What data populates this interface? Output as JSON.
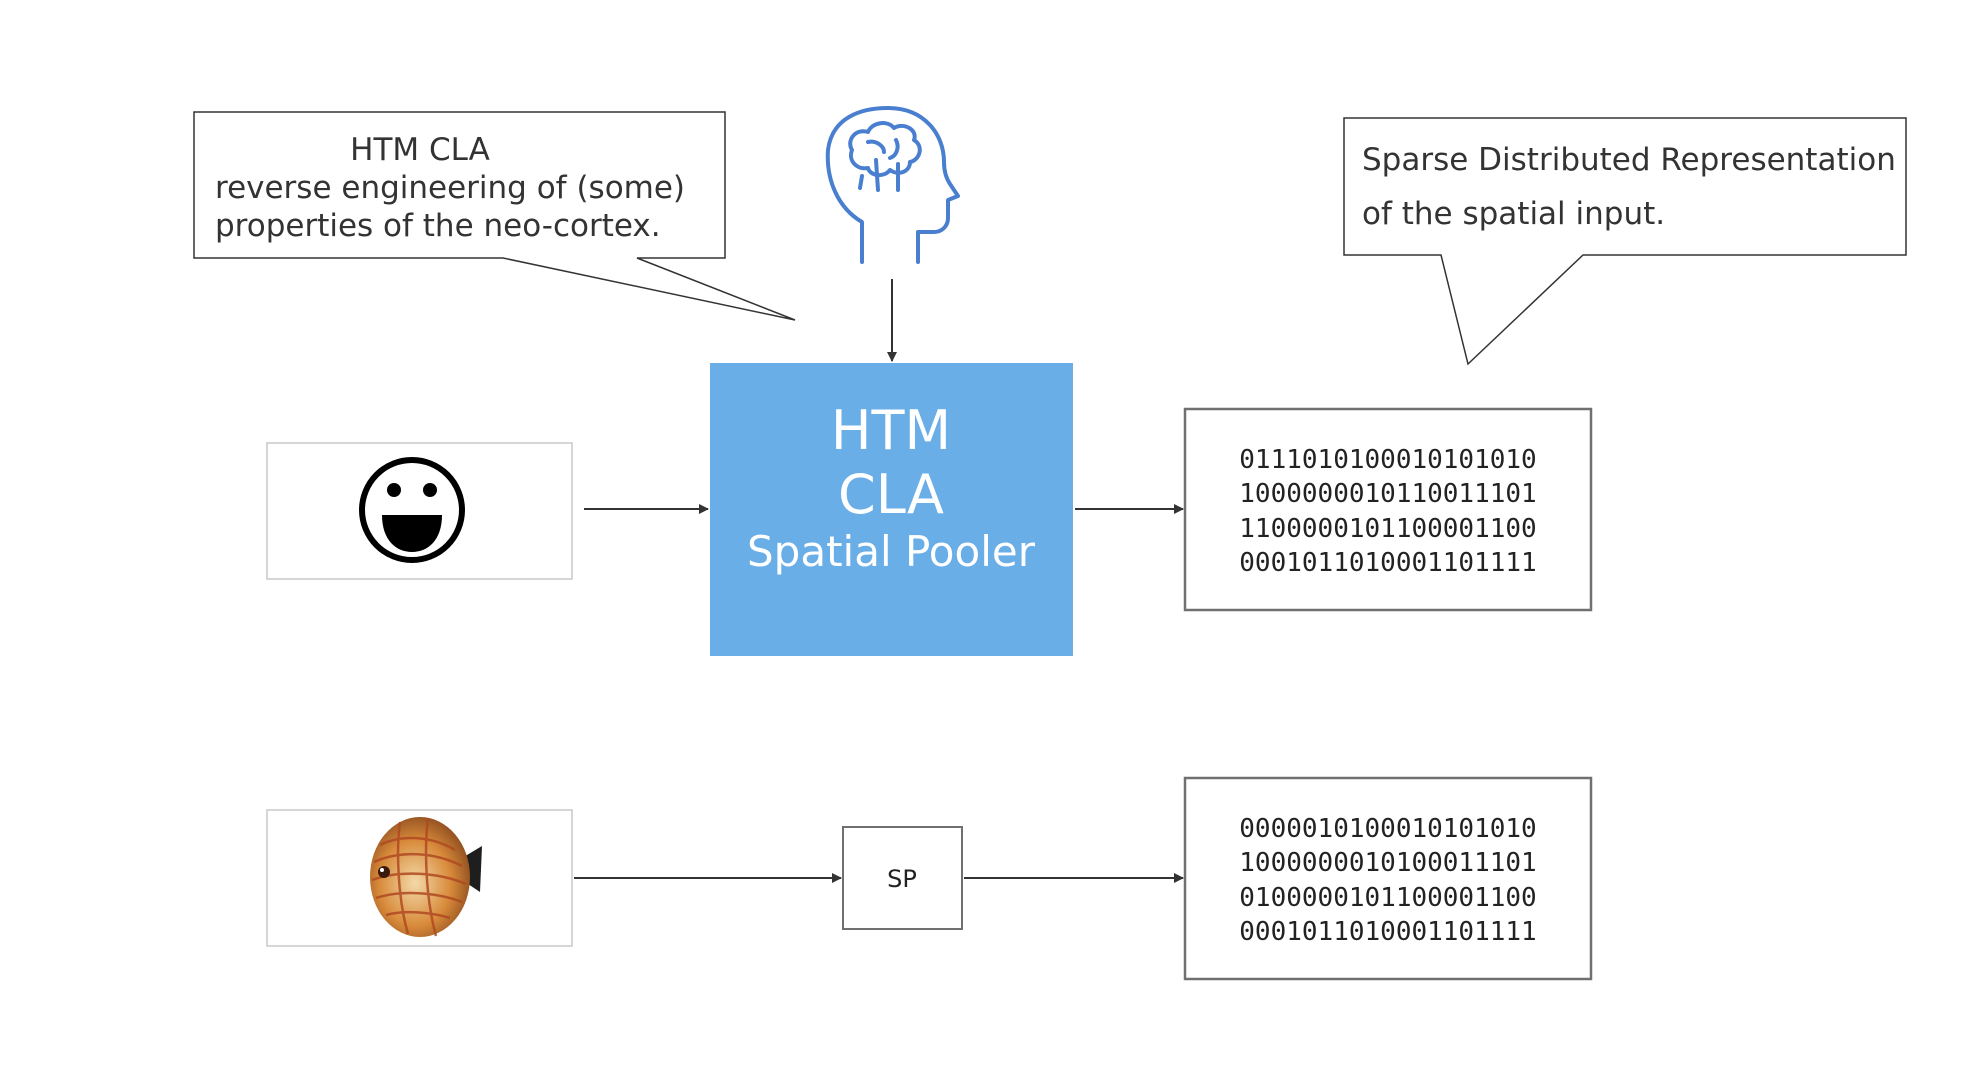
{
  "left_callout": {
    "title": "HTM CLA",
    "lines": [
      "reverse engineering of (some)",
      "properties of the neo-cortex."
    ]
  },
  "right_callout": {
    "lines": [
      "Sparse Distributed Representation",
      "of the spatial input."
    ]
  },
  "pooler": {
    "line1": "HTM",
    "line2": "CLA",
    "line3": "Spatial Pooler",
    "fill": "#6aaee8"
  },
  "sp_box": {
    "label": "SP"
  },
  "output_top": {
    "rows": [
      "0111010100010101010",
      "1000000010110011101",
      "1100000101100001100",
      "0001011010001101111"
    ]
  },
  "output_bottom": {
    "rows": [
      "0000010100010101010",
      "1000000010100011101",
      "0100000101100001100",
      "0001011010001101111"
    ]
  },
  "colors": {
    "brain_icon": "#4a7fd0",
    "box_border": "#707070",
    "arrow": "#333333"
  }
}
